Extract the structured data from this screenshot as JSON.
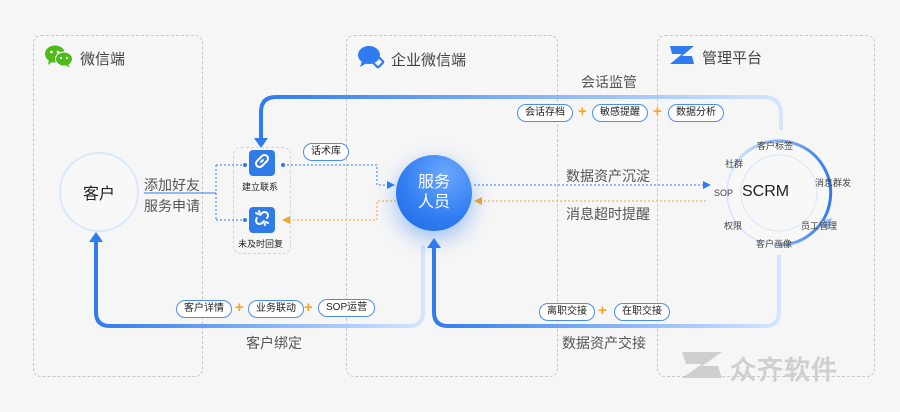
{
  "zones": {
    "wechat": {
      "title": "微信端",
      "icon": "wechat-icon"
    },
    "wecom": {
      "title": "企业微信端",
      "icon": "wecom-icon"
    },
    "admin": {
      "title": "管理平台",
      "icon": "zq-logo-icon"
    }
  },
  "nodes": {
    "customer": "客户",
    "service_line1": "服务",
    "service_line2": "人员",
    "scrm": "SCRM"
  },
  "tools": {
    "connect": {
      "label": "建立联系",
      "icon": "link-icon"
    },
    "late_reply": {
      "label": "未及时回复",
      "icon": "broken-link-icon"
    },
    "script_lib": "话术库"
  },
  "flows": {
    "add_friend": "添加好友",
    "service_apply": "服务申请",
    "data_deposit": "数据资产沉淀",
    "timeout_alert": "消息超时提醒",
    "session_monitor": "会话监管",
    "customer_binding": "客户绑定",
    "data_handover": "数据资产交接"
  },
  "monitor_pills": [
    "会话存档",
    "敏感提醒",
    "数据分析"
  ],
  "binding_pills": [
    "客户详情",
    "业务联动",
    "SOP运营"
  ],
  "handover_pills": [
    "离职交接",
    "在职交接"
  ],
  "plus_sign": "+",
  "scrm_ring": {
    "top": "客户标签",
    "right_top": "消息群发",
    "right_bottom": "员工管理",
    "bottom": "客户画像",
    "left_bottom": "权限",
    "left": "SOP",
    "left_top": "社群"
  },
  "watermark": "众齐软件",
  "colors": {
    "primary": "#2f7cf0",
    "accent_orange": "#f5a623",
    "wechat_green": "#4cbb17"
  }
}
